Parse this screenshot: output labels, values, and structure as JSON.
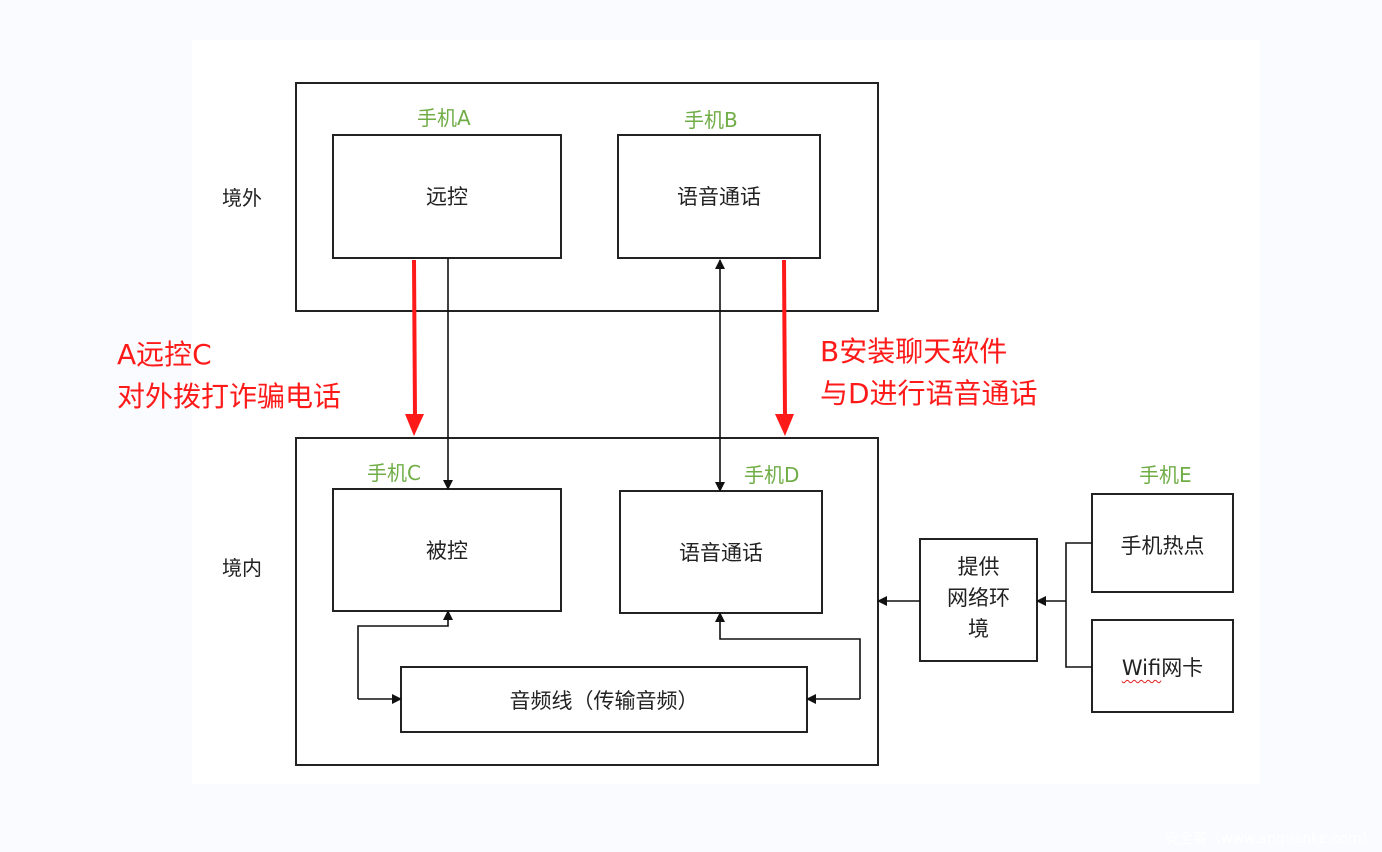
{
  "zones": {
    "overseas": "境外",
    "domestic": "境内"
  },
  "phones": {
    "A": {
      "label": "手机A",
      "function": "远控"
    },
    "B": {
      "label": "手机B",
      "function": "语音通话"
    },
    "C": {
      "label": "手机C",
      "function": "被控"
    },
    "D": {
      "label": "手机D",
      "function": "语音通话"
    },
    "E": {
      "label": "手机E"
    }
  },
  "audio_cable": "音频线（传输音频）",
  "network": {
    "provider_line1": "提供",
    "provider_line2": "网络环",
    "provider_line3": "境",
    "hotspot": "手机热点",
    "wifi_word": "Wifi",
    "wifi_suffix": "网卡"
  },
  "annotations": {
    "left_line1": "A远控C",
    "left_line2": "对外拨打诈骗电话",
    "right_line1": "B安装聊天软件",
    "right_line2": "与D进行语音通话"
  },
  "colors": {
    "phone_label": "#70ad47",
    "annotation": "#ff1a1a",
    "line": "#222222"
  },
  "watermark": "安全客（www.anquanke.com）"
}
